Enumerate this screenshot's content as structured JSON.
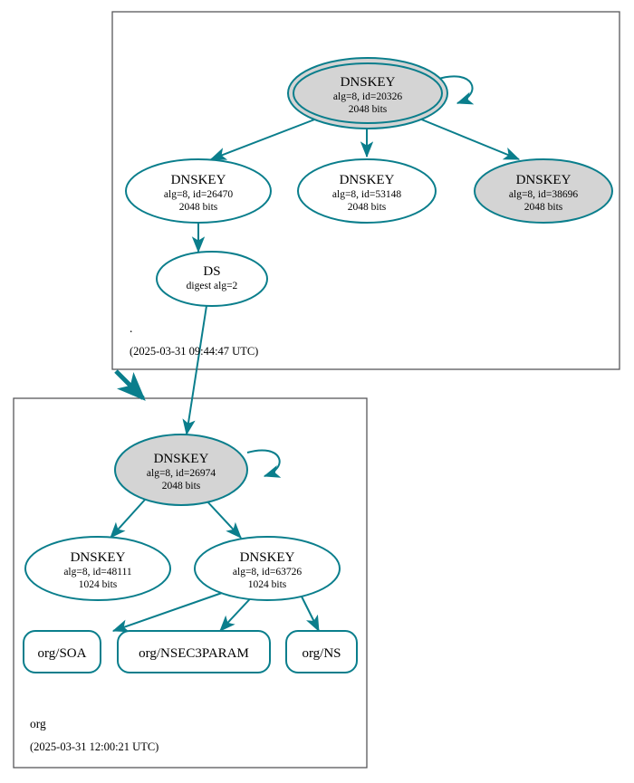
{
  "diagram": {
    "kind": "dnssec-authentication-chain",
    "accent_color": "#0a7e8c",
    "shaded_fill": "#d4d4d4",
    "zone_border_color": "#58585a"
  },
  "zones": [
    {
      "id": "root",
      "label": ".",
      "timestamp": "(2025-03-31 09:44:47 UTC)"
    },
    {
      "id": "org",
      "label": "org",
      "timestamp": "(2025-03-31 12:00:21 UTC)"
    }
  ],
  "nodes": {
    "root_ksk": {
      "type": "DNSKEY",
      "title": "DNSKEY",
      "params": "alg=8, id=20326",
      "size": "2048 bits",
      "trust_anchor": true,
      "shaded": true
    },
    "root_zsk_26470": {
      "type": "DNSKEY",
      "title": "DNSKEY",
      "params": "alg=8, id=26470",
      "size": "2048 bits",
      "trust_anchor": false,
      "shaded": false
    },
    "root_zsk_53148": {
      "type": "DNSKEY",
      "title": "DNSKEY",
      "params": "alg=8, id=53148",
      "size": "2048 bits",
      "trust_anchor": false,
      "shaded": false
    },
    "root_key_38696": {
      "type": "DNSKEY",
      "title": "DNSKEY",
      "params": "alg=8, id=38696",
      "size": "2048 bits",
      "trust_anchor": false,
      "shaded": true
    },
    "org_ds": {
      "type": "DS",
      "title": "DS",
      "params": "digest alg=2",
      "size": "",
      "shaded": false
    },
    "org_ksk": {
      "type": "DNSKEY",
      "title": "DNSKEY",
      "params": "alg=8, id=26974",
      "size": "2048 bits",
      "trust_anchor": false,
      "shaded": true
    },
    "org_zsk_48111": {
      "type": "DNSKEY",
      "title": "DNSKEY",
      "params": "alg=8, id=48111",
      "size": "1024 bits",
      "trust_anchor": false,
      "shaded": false
    },
    "org_zsk_63726": {
      "type": "DNSKEY",
      "title": "DNSKEY",
      "params": "alg=8, id=63726",
      "size": "1024 bits",
      "trust_anchor": false,
      "shaded": false
    }
  },
  "rrsets": [
    {
      "id": "org_soa",
      "label": "org/SOA"
    },
    {
      "id": "org_nsec3param",
      "label": "org/NSEC3PARAM"
    },
    {
      "id": "org_ns",
      "label": "org/NS"
    }
  ],
  "edges": [
    {
      "from": "root_ksk",
      "to": "root_ksk",
      "kind": "self-signature"
    },
    {
      "from": "root_ksk",
      "to": "root_zsk_26470",
      "kind": "signature"
    },
    {
      "from": "root_ksk",
      "to": "root_zsk_53148",
      "kind": "signature"
    },
    {
      "from": "root_ksk",
      "to": "root_key_38696",
      "kind": "signature"
    },
    {
      "from": "root_zsk_26470",
      "to": "org_ds",
      "kind": "signature"
    },
    {
      "from": "org_ds",
      "to": "org_ksk",
      "kind": "delegation-digest"
    },
    {
      "from": "root",
      "to": "org",
      "kind": "zone-delegation"
    },
    {
      "from": "org_ksk",
      "to": "org_ksk",
      "kind": "self-signature"
    },
    {
      "from": "org_ksk",
      "to": "org_zsk_48111",
      "kind": "signature"
    },
    {
      "from": "org_ksk",
      "to": "org_zsk_63726",
      "kind": "signature"
    },
    {
      "from": "org_zsk_63726",
      "to": "org_soa",
      "kind": "signature"
    },
    {
      "from": "org_zsk_63726",
      "to": "org_nsec3param",
      "kind": "signature"
    },
    {
      "from": "org_zsk_63726",
      "to": "org_ns",
      "kind": "signature"
    }
  ]
}
